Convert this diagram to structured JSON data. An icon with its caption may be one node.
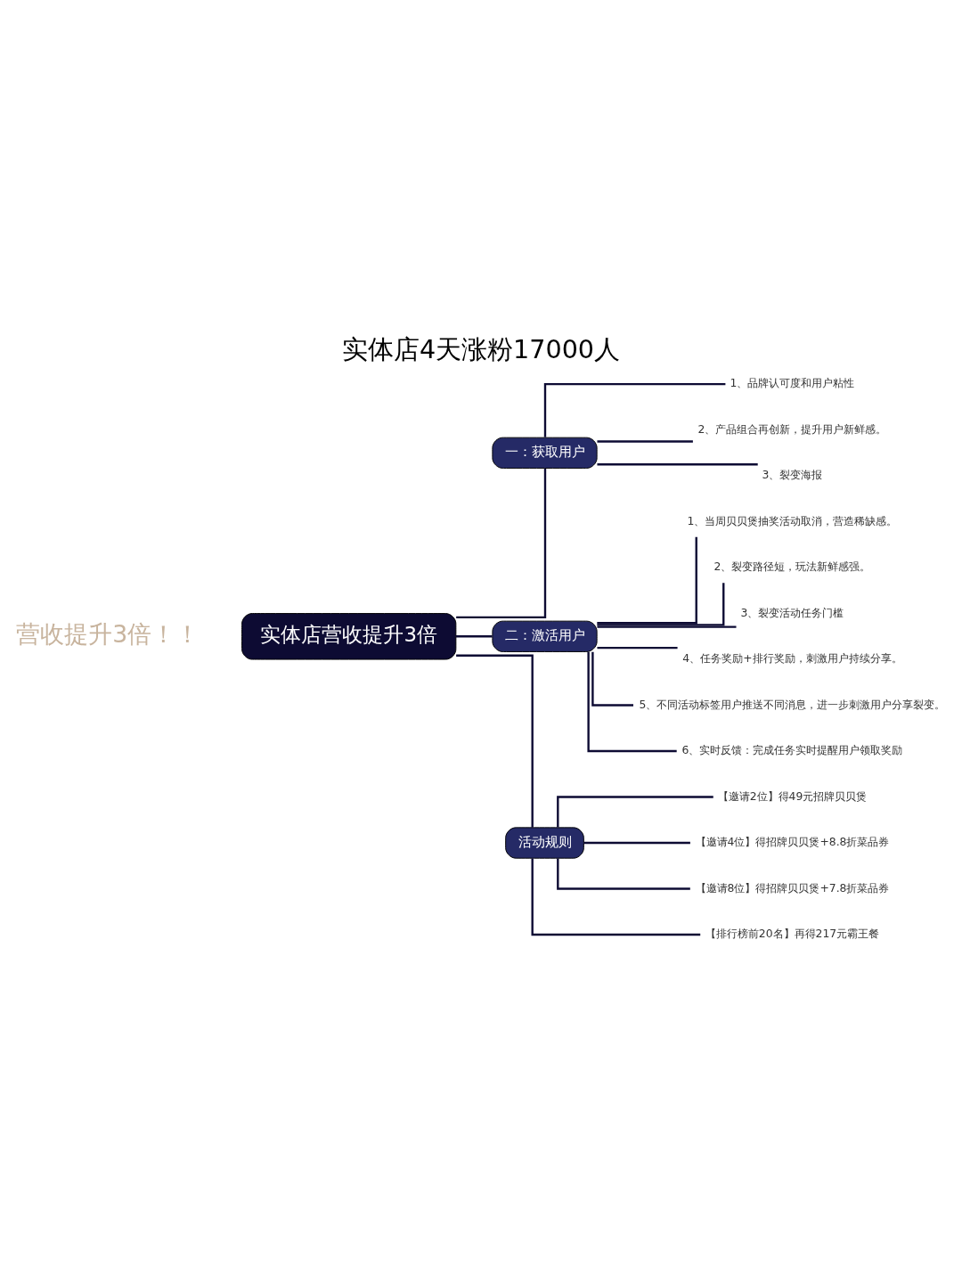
{
  "diagram": {
    "title": "实体店4天涨粉17000人",
    "nodes": [
      {
        "text": [
          "实体店营收提升3倍"
        ]
      },
      {
        "text": [
          "一：获取用户"
        ]
      },
      {
        "text": [
          "1、品牌认可度和用户粘性"
        ]
      },
      {
        "text": [
          "2、产品组合再创新，提升用户新鲜感。"
        ]
      },
      {
        "text": [
          "3、裂变海报"
        ]
      },
      {
        "text": [
          "二：激活用户"
        ]
      },
      {
        "text": [
          "1、当周贝贝煲抽奖活动取消，营造稀缺感。"
        ]
      },
      {
        "text": [
          "2、裂变路径短，玩法新鲜感强。"
        ]
      },
      {
        "text": [
          "3、裂变活动任务门槛"
        ]
      },
      {
        "text": [
          "4、任务奖励+排行奖励，刺激用户持续分享。"
        ]
      },
      {
        "text": [
          "5、不同活动标签用户推送不同消息，进一步刺激用户分享裂变。"
        ]
      },
      {
        "text": [
          "6、实时反馈：完成任务实时提醒用户领取奖励"
        ]
      },
      {
        "text": [
          "活动规则"
        ]
      },
      {
        "text": [
          "【邀请2位】得49元招牌贝贝煲"
        ]
      },
      {
        "text": [
          "【邀请4位】得招牌贝贝煲+8.8折菜品券"
        ]
      },
      {
        "text": [
          "【邀请8位】得招牌贝贝煲+7.8折菜品券"
        ]
      },
      {
        "text": [
          "【排行榜前20名】再得217元霸王餐"
        ]
      }
    ],
    "edges": [
      {
        "from": 0,
        "to": 1,
        "arrow": "none"
      },
      {
        "from": 1,
        "to": 2,
        "arrow": "none"
      },
      {
        "from": 1,
        "to": 3,
        "arrow": "none"
      },
      {
        "from": 1,
        "to": 4,
        "arrow": "none"
      },
      {
        "from": 0,
        "to": 5,
        "arrow": "none"
      },
      {
        "from": 5,
        "to": 6,
        "arrow": "none"
      },
      {
        "from": 5,
        "to": 7,
        "arrow": "none"
      },
      {
        "from": 5,
        "to": 8,
        "arrow": "none"
      },
      {
        "from": 5,
        "to": 9,
        "arrow": "none"
      },
      {
        "from": 5,
        "to": 10,
        "arrow": "none"
      },
      {
        "from": 5,
        "to": 11,
        "arrow": "none"
      },
      {
        "from": 0,
        "to": 12,
        "arrow": "none"
      },
      {
        "from": 12,
        "to": 13,
        "arrow": "none"
      },
      {
        "from": 12,
        "to": 14,
        "arrow": "none"
      },
      {
        "from": 12,
        "to": 15,
        "arrow": "none"
      },
      {
        "from": 12,
        "to": 16,
        "arrow": "none"
      }
    ],
    "labels": [
      "营收提升3倍！！"
    ]
  }
}
